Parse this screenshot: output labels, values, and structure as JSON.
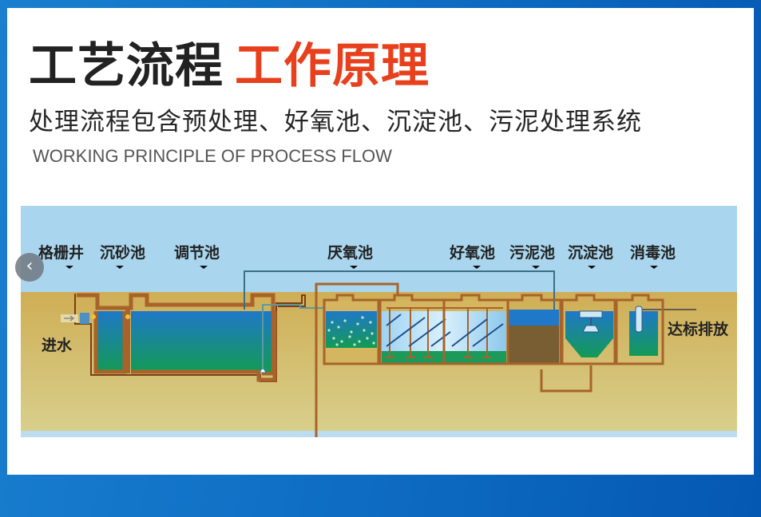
{
  "header": {
    "title_dark": "工艺流程",
    "title_red": "工作原理",
    "subtitle": "处理流程包含预处理、好氧池、沉淀池、污泥处理系统",
    "subtitle_en": "WORKING PRINCIPLE OF PROCESS FLOW"
  },
  "diagram": {
    "tanks": [
      {
        "label": "格栅井"
      },
      {
        "label": "沉砂池"
      },
      {
        "label": "调节池"
      },
      {
        "label": "厌氧池"
      },
      {
        "label": "好氧池"
      },
      {
        "label": "污泥池"
      },
      {
        "label": "沉淀池"
      },
      {
        "label": "消毒池"
      }
    ],
    "inlet_label": "进水",
    "outlet_label": "达标排放"
  },
  "carousel": {
    "prev_icon": "‹"
  },
  "colors": {
    "title_red": "#e8401c",
    "sky": "#a9d6ee",
    "soil": "#d4b560",
    "wall": "#a8632a",
    "water_top": "#1f78c8",
    "water_bottom": "#139a55",
    "sludge": "#7a5e33"
  }
}
